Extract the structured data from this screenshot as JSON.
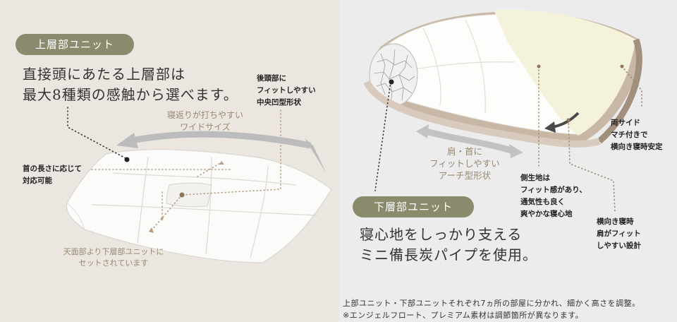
{
  "upper": {
    "badge": "上層部ユニット",
    "headline_line1": "直接頭にあたる上層部は",
    "headline_line2": "最大8種類の感触から選べます。",
    "callout_rear": [
      "後頭部に",
      "フィットしやすい",
      "中央凹型形状"
    ],
    "callout_neck": [
      "首の長さに応じて",
      "対応可能"
    ],
    "turn_label": [
      "寝返りが打ちやすい",
      "ワイドサイズ"
    ],
    "bottom_note": [
      "天面部より下層部ユニットに",
      "セットされています"
    ]
  },
  "lower": {
    "badge": "下層部ユニット",
    "headline_line1": "寝心地をしっかり支える",
    "headline_line2": "ミニ備長炭パイプを使用。",
    "arch_label": [
      "肩・首に",
      "フィットしやすい",
      "アーチ型形状"
    ],
    "callout_sides": [
      "両サイド",
      "マチ付きで",
      "横向き寝時安定"
    ],
    "callout_fabric": [
      "側生地は",
      "フィット感があり、",
      "通気性も良く",
      "爽やかな寝心地"
    ],
    "callout_shoulder": [
      "横向き寝時",
      "肩がフィット",
      "しやすい設計"
    ]
  },
  "footer": {
    "line1": "上部ユニット・下部ユニットそれぞれ7ヵ所の部屋に分かれ、細かく高さを調整。",
    "line2": "※エンジェルフロート、プレミアム素材は調節箇所が異なります。"
  }
}
